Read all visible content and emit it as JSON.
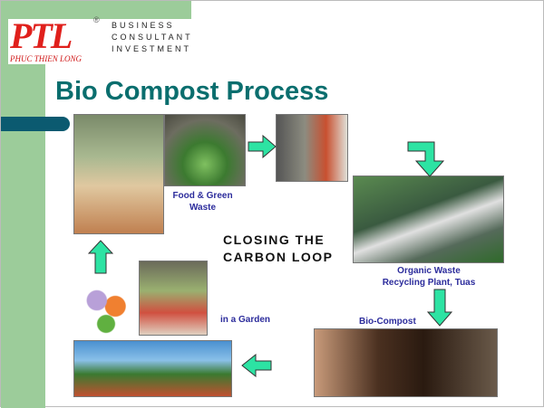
{
  "logo": {
    "brand": "PTL",
    "registered": "®",
    "subtitle": "PHUC THIEN LONG",
    "tagline": [
      "BUSINESS",
      "CONSULTANT",
      "INVESTMENT"
    ]
  },
  "title": "Bio Compost Process",
  "center_text": [
    "CLOSING THE",
    "CARBON LOOP"
  ],
  "labels": {
    "food": [
      "Food & Green",
      "Waste"
    ],
    "plant": [
      "Organic Waste",
      "Recycling Plant, Tuas"
    ],
    "compost": "Bio-Compost",
    "garden": "in a Garden"
  },
  "colors": {
    "arrow": "#2de3a3",
    "title": "#0a6e6e",
    "label": "#2c2c9c",
    "band": "#9ccc9a"
  }
}
